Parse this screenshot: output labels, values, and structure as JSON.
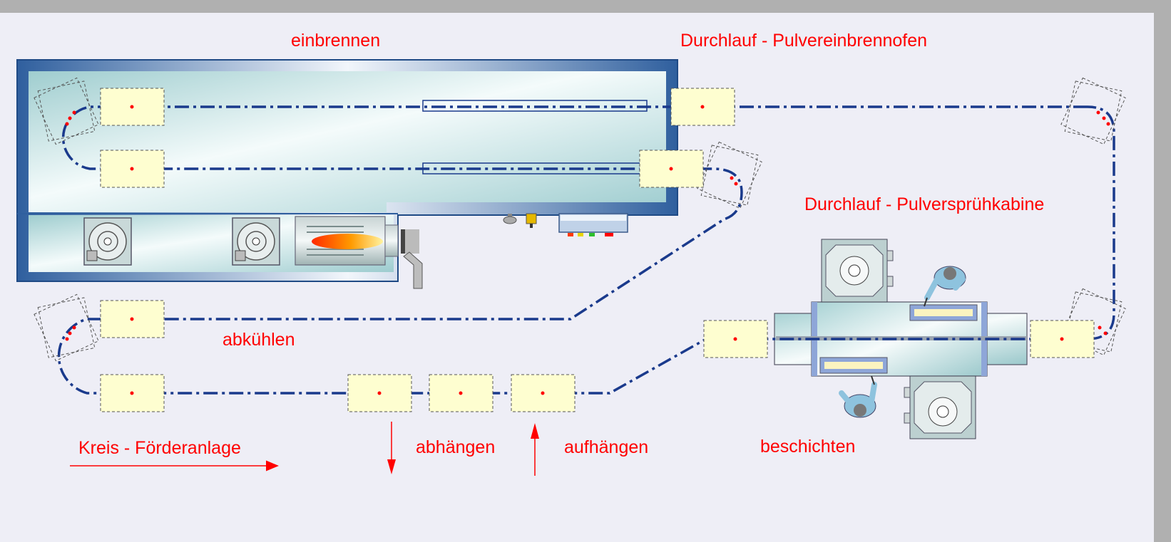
{
  "labels": {
    "einbrennen": "einbrennen",
    "oven_title": "Durchlauf - Pulvereinbrennofen",
    "booth_title": "Durchlauf - Pulversprühkabine",
    "abkuehlen": "abkühlen",
    "conveyor": "Kreis - Förderanlage",
    "abhaengen": "abhängen",
    "aufhaengen": "aufhängen",
    "beschichten": "beschichten"
  },
  "colors": {
    "background": "#eeeef6",
    "frame": "#b0b0b0",
    "label": "#ff0000",
    "track": "#1a3a8c",
    "carrier_fill": "#fefed0",
    "oven_wall": "#3a6aa8"
  },
  "icons": [
    "fan-icon",
    "burner-flame-icon",
    "exhaust-pipe-icon",
    "operator-figure-icon",
    "control-panel-icon",
    "direction-arrow-icon"
  ]
}
